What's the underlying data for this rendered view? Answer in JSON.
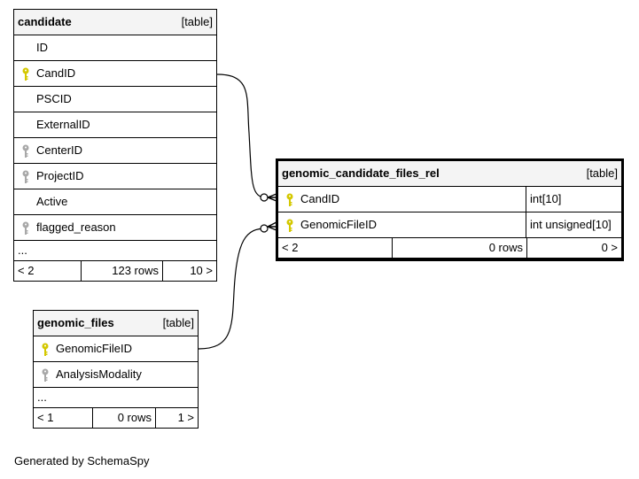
{
  "tables": {
    "candidate": {
      "name": "candidate",
      "type_label": "[table]",
      "columns": [
        {
          "name": "ID",
          "key": "none"
        },
        {
          "name": "CandID",
          "key": "primary"
        },
        {
          "name": "PSCID",
          "key": "none"
        },
        {
          "name": "ExternalID",
          "key": "none"
        },
        {
          "name": "CenterID",
          "key": "foreign"
        },
        {
          "name": "ProjectID",
          "key": "foreign"
        },
        {
          "name": "Active",
          "key": "none"
        },
        {
          "name": "flagged_reason",
          "key": "foreign"
        }
      ],
      "ellipsis": "...",
      "footer": {
        "left": "< 2",
        "rows": "123 rows",
        "right": "10 >"
      }
    },
    "genomic_candidate_files_rel": {
      "name": "genomic_candidate_files_rel",
      "type_label": "[table]",
      "columns": [
        {
          "name": "CandID",
          "key": "primary",
          "type": "int[10]"
        },
        {
          "name": "GenomicFileID",
          "key": "primary",
          "type": "int unsigned[10]"
        }
      ],
      "footer": {
        "left": "< 2",
        "rows": "0 rows",
        "right": "0 >"
      }
    },
    "genomic_files": {
      "name": "genomic_files",
      "type_label": "[table]",
      "columns": [
        {
          "name": "GenomicFileID",
          "key": "primary"
        },
        {
          "name": "AnalysisModality",
          "key": "foreign"
        }
      ],
      "ellipsis": "...",
      "footer": {
        "left": "< 1",
        "rows": "0 rows",
        "right": "1 >"
      }
    }
  },
  "colors": {
    "primary_key": "#d4c800",
    "foreign_key": "#a8a8a8",
    "header_bg": "#f4f4f4"
  },
  "generated_by": "Generated by SchemaSpy"
}
